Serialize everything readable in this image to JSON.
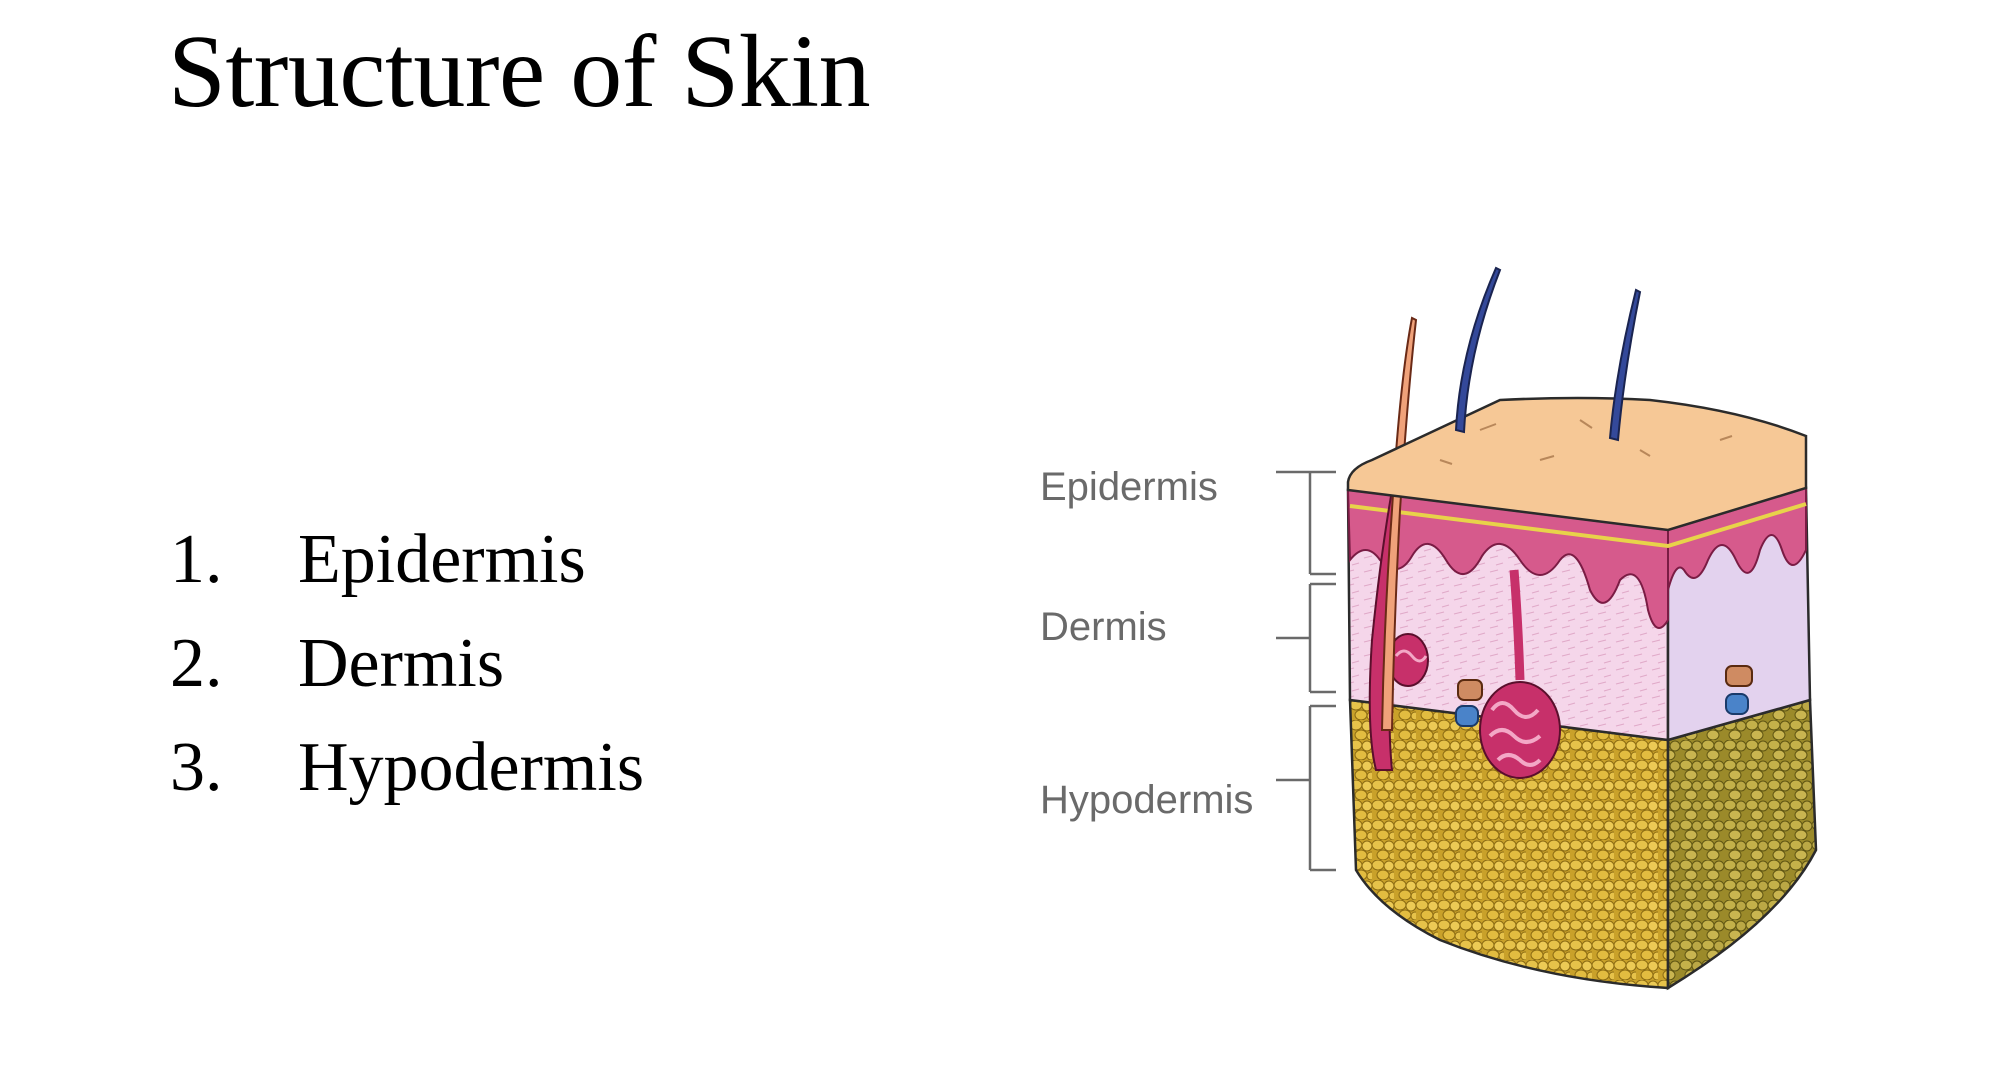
{
  "slide": {
    "title": "Structure of Skin",
    "list": [
      {
        "number": "1.",
        "text": "Epidermis"
      },
      {
        "number": "2.",
        "text": "Dermis"
      },
      {
        "number": "3.",
        "text": "Hypodermis"
      }
    ]
  },
  "diagram": {
    "labels": {
      "epidermis": "Epidermis",
      "dermis": "Dermis",
      "hypodermis": "Hypodermis"
    },
    "colors": {
      "surface": "#f6c896",
      "epidermis": "#d65a8c",
      "dermis": "#f5d6ea",
      "dermis_side": "#e3d2ee",
      "hypodermis": "#c9a12a",
      "fat_cell": "#e6c24a",
      "hair_shaft": "#34499a",
      "follicle": "#f0a27a",
      "gland": "#c7306a",
      "vessel_red": "#cf8b62",
      "vessel_blue": "#4a83c9"
    }
  }
}
